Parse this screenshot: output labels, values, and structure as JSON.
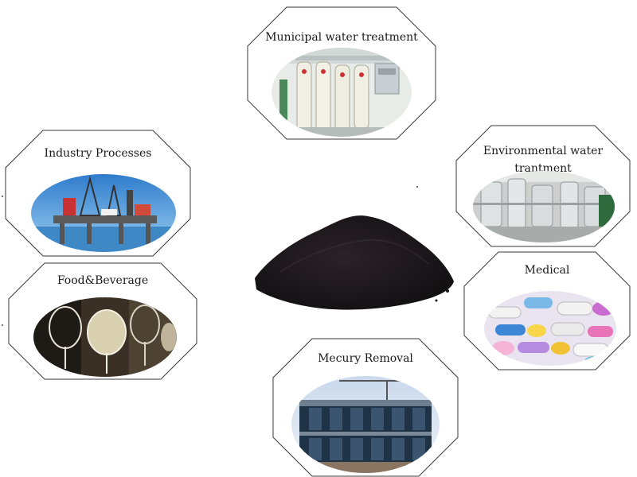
{
  "applications": [
    {
      "id": "municipal",
      "title": "Municipal water treatment",
      "photo": "water-filtration-tanks"
    },
    {
      "id": "industry",
      "title": "Industry Processes",
      "photo": "oil-rig"
    },
    {
      "id": "environmental",
      "title_line1": "Environmental water",
      "title_line2": "trantment",
      "photo": "treatment-plant"
    },
    {
      "id": "food",
      "title": "Food&Beverage",
      "photo": "wine-glasses"
    },
    {
      "id": "medical",
      "title": "Medical",
      "photo": "pills"
    },
    {
      "id": "mercury",
      "title": "Mecury Removal",
      "photo": "industrial-building"
    }
  ],
  "center": {
    "photo": "activated-carbon-powder"
  },
  "colors": {
    "frame": "#3a3a3a",
    "powder": "#1c171b",
    "sky": "#5aa7e0"
  }
}
